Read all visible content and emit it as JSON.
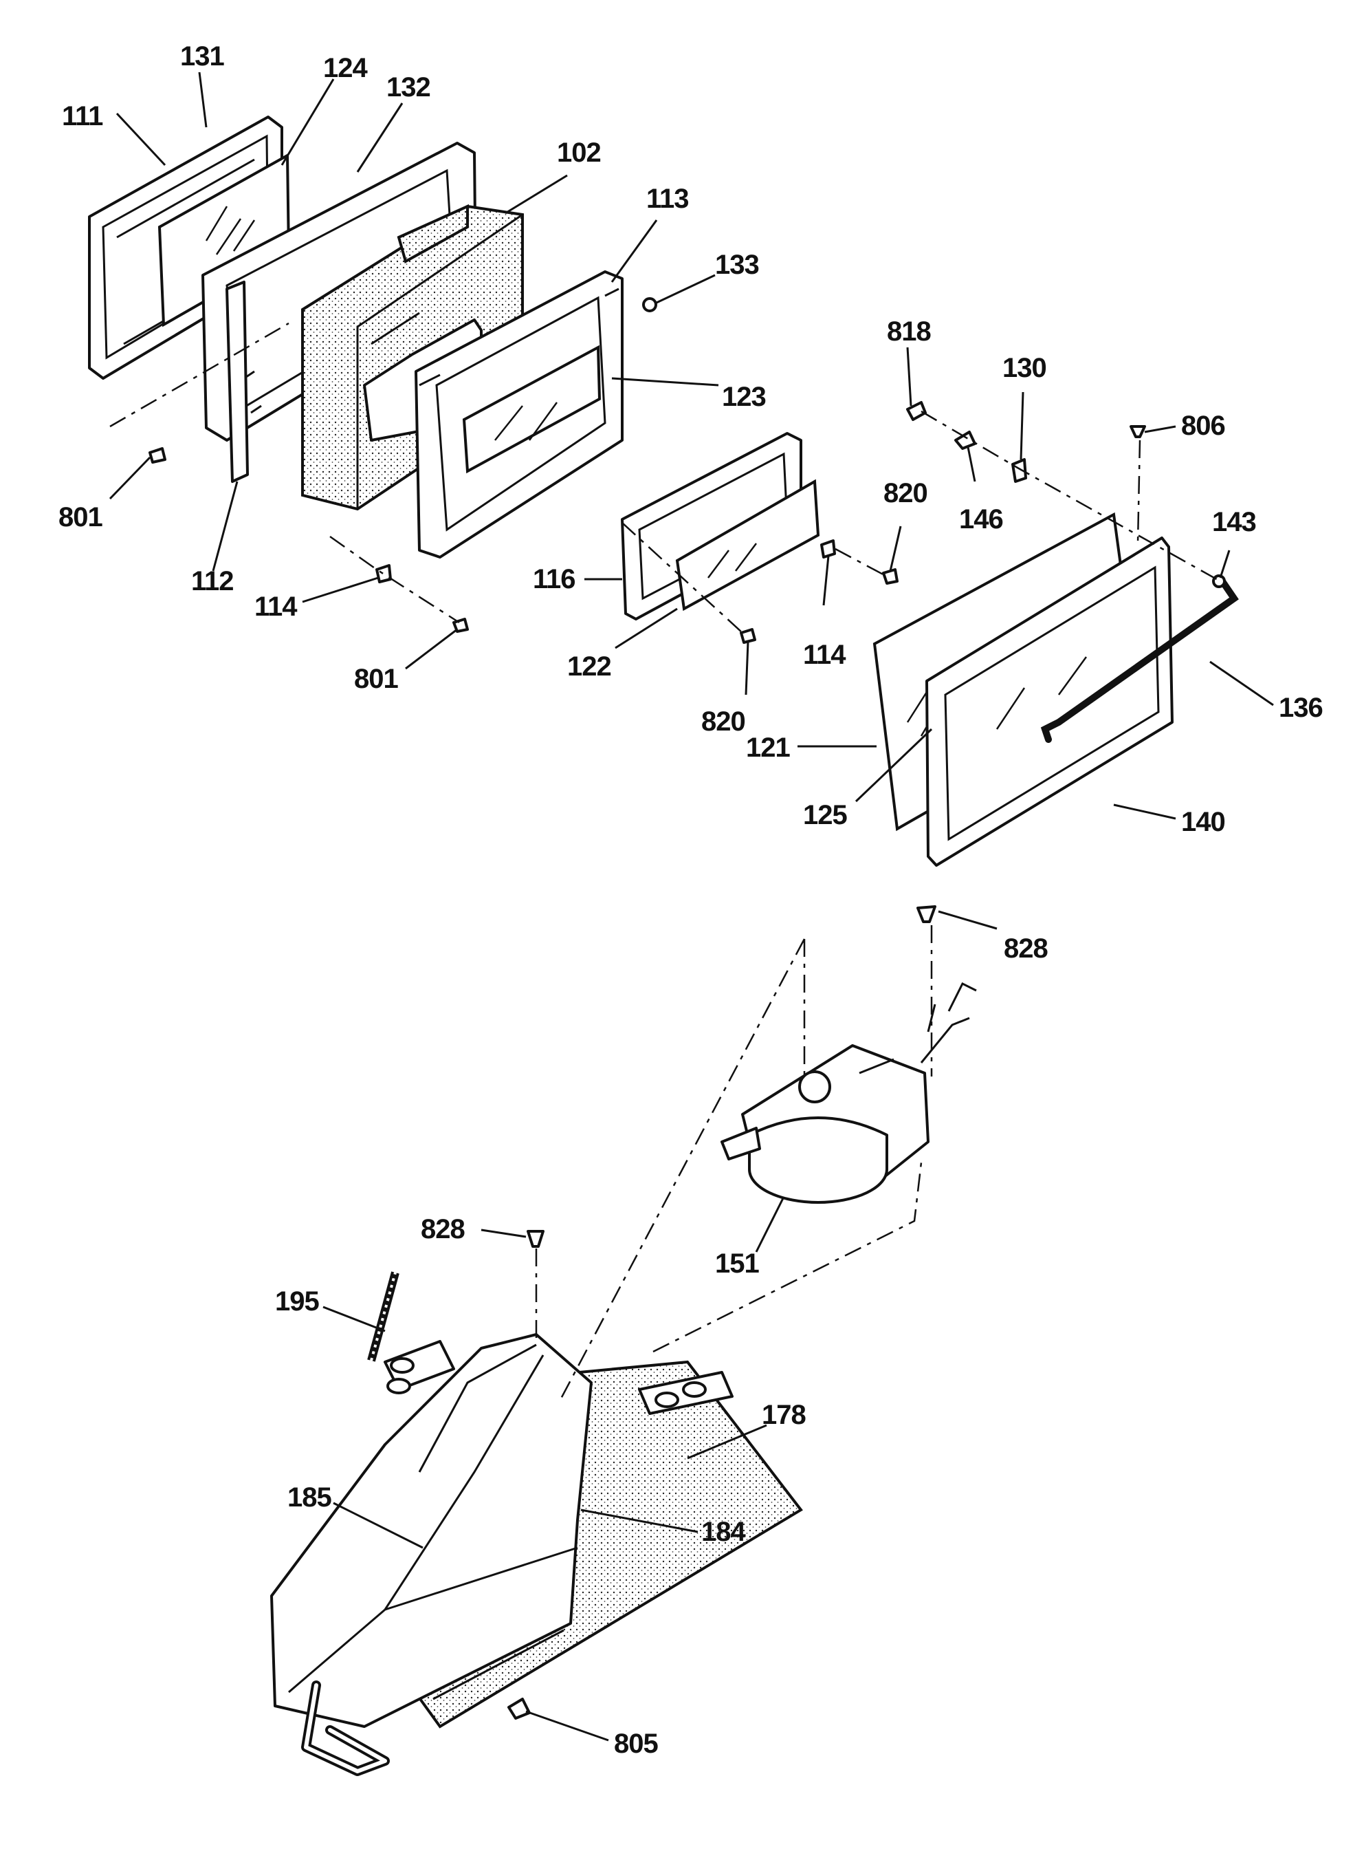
{
  "callouts": {
    "c111": "111",
    "c131": "131",
    "c124": "124",
    "c132": "132",
    "c102": "102",
    "c113": "113",
    "c133": "133",
    "c818": "818",
    "c130": "130",
    "c806": "806",
    "c123": "123",
    "c146": "146",
    "c801a": "801",
    "c820a": "820",
    "c143": "143",
    "c112": "112",
    "c114a": "114",
    "c116": "116",
    "c801b": "801",
    "c122": "122",
    "c114b": "114",
    "c136": "136",
    "c820b": "820",
    "c121": "121",
    "c125": "125",
    "c140": "140",
    "c828a": "828",
    "c151": "151",
    "c828b": "828",
    "c195": "195",
    "c178": "178",
    "c185": "185",
    "c184": "184",
    "c805": "805"
  }
}
